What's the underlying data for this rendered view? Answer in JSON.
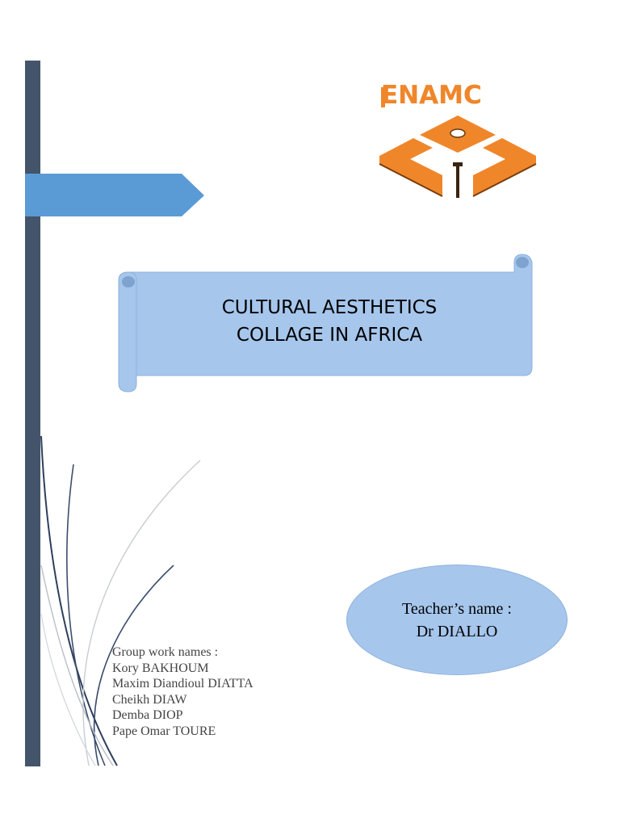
{
  "logo": {
    "text": "ENAMC",
    "color": "#f0862a"
  },
  "banner": {
    "title_line1": "CULTURAL AESTHETICS",
    "title_line2": "COLLAGE IN AFRICA",
    "fill": "#a6c6ec"
  },
  "teacher": {
    "label": "Teacher’s name :",
    "name": "Dr DIALLO"
  },
  "group": {
    "heading": "Group work names :",
    "members": [
      "Kory BAKHOUM",
      "Maxim Diandioul DIATTA",
      "Cheikh DIAW",
      "Demba DIOP",
      "Pape Omar TOURE"
    ]
  },
  "colors": {
    "side_bar": "#44546a",
    "arrow_tab": "#5b9bd5"
  }
}
